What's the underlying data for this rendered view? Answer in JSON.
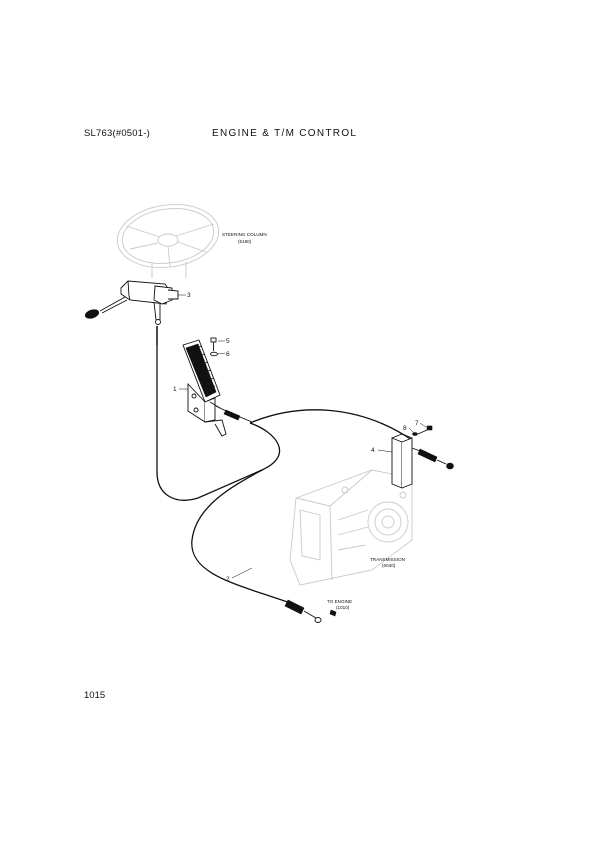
{
  "header": {
    "model": "SL763(#0501-)",
    "title": "ENGINE & T/M CONTROL"
  },
  "footer": {
    "page": "1015"
  },
  "diagram": {
    "references": {
      "steering_column": {
        "label": "STEERING COLUMN",
        "ref": "(5180)"
      },
      "transmission": {
        "label": "TRANSMISSION",
        "ref": "(6040)"
      },
      "to_engine": {
        "label": "TO ENGINE",
        "ref": "(1010)"
      }
    },
    "callouts": [
      "1",
      "2",
      "3",
      "4",
      "5",
      "6",
      "7",
      "8"
    ]
  }
}
